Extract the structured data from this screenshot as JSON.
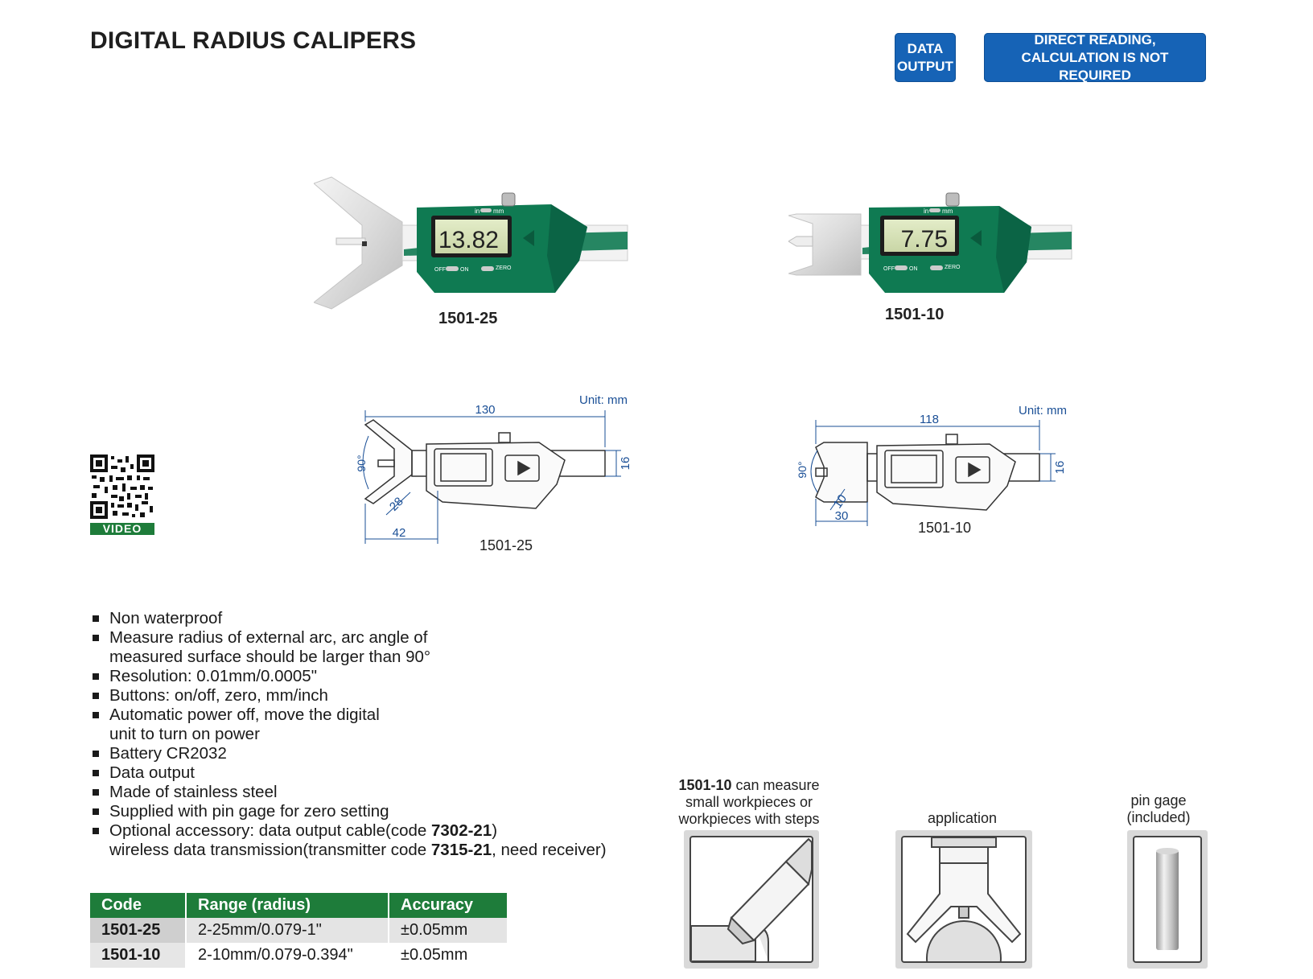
{
  "page": {
    "title": "DIGITAL RADIUS CALIPERS",
    "badges": {
      "data_output": [
        "DATA",
        "OUTPUT"
      ],
      "direct_reading": [
        "DIRECT READING,",
        "CALCULATION IS NOT REQUIRED"
      ]
    }
  },
  "products": [
    {
      "model": "1501-25",
      "display": "13.82",
      "switch_labels": {
        "in": "in",
        "mm": "mm",
        "off": "OFF",
        "on": "ON",
        "zero": "ZERO"
      }
    },
    {
      "model": "1501-10",
      "display": "7.75",
      "switch_labels": {
        "in": "in",
        "mm": "mm",
        "off": "OFF",
        "on": "ON",
        "zero": "ZERO"
      }
    }
  ],
  "drawings": [
    {
      "model": "1501-25",
      "unit": "Unit: mm",
      "length": "130",
      "height": "16",
      "angle": "90°",
      "jaw": "28",
      "base": "42"
    },
    {
      "model": "1501-10",
      "unit": "Unit: mm",
      "length": "118",
      "height": "16",
      "angle": "90°",
      "jaw": "10",
      "base": "30"
    }
  ],
  "qr": {
    "label": "VIDEO"
  },
  "features": [
    {
      "text": "Non waterproof"
    },
    {
      "text": "Measure radius of external arc, arc angle of"
    },
    {
      "text": "measured surface should be larger than 90°",
      "continuation": true
    },
    {
      "text": "Resolution: 0.01mm/0.0005\""
    },
    {
      "text": "Buttons: on/off, zero, mm/inch"
    },
    {
      "text": "Automatic power off, move the digital"
    },
    {
      "text": "unit to turn on power",
      "continuation": true
    },
    {
      "text": "Battery CR2032"
    },
    {
      "text": "Data output"
    },
    {
      "text": "Made of stainless steel"
    },
    {
      "text": "Supplied with pin gage for zero setting"
    },
    {
      "pre": "Optional accessory: data output cable(code ",
      "bold": "7302-21",
      "post": ")"
    },
    {
      "pre": "wireless data transmission(transmitter code ",
      "bold": "7315-21",
      "post": ", need receiver)",
      "continuation": true
    }
  ],
  "spec_table": {
    "headers": [
      "Code",
      "Range (radius)",
      "Accuracy"
    ],
    "rows": [
      [
        "1501-25",
        "2-25mm/0.079-1\"",
        "±0.05mm"
      ],
      [
        "1501-10",
        "2-10mm/0.079-0.394\"",
        "±0.05mm"
      ]
    ]
  },
  "images": [
    {
      "caption_bold": "1501-10",
      "caption_rest": " can measure",
      "caption_line2": "small workpieces or",
      "caption_line3": "workpieces with steps"
    },
    {
      "caption": "application"
    },
    {
      "caption_line1": "pin gage",
      "caption_line2": "(included)"
    }
  ],
  "colors": {
    "badge_blue": "#1663b6",
    "table_green": "#1e7c3a",
    "caliper_green": "#0f7a52",
    "dim_blue": "#1a4f96"
  }
}
